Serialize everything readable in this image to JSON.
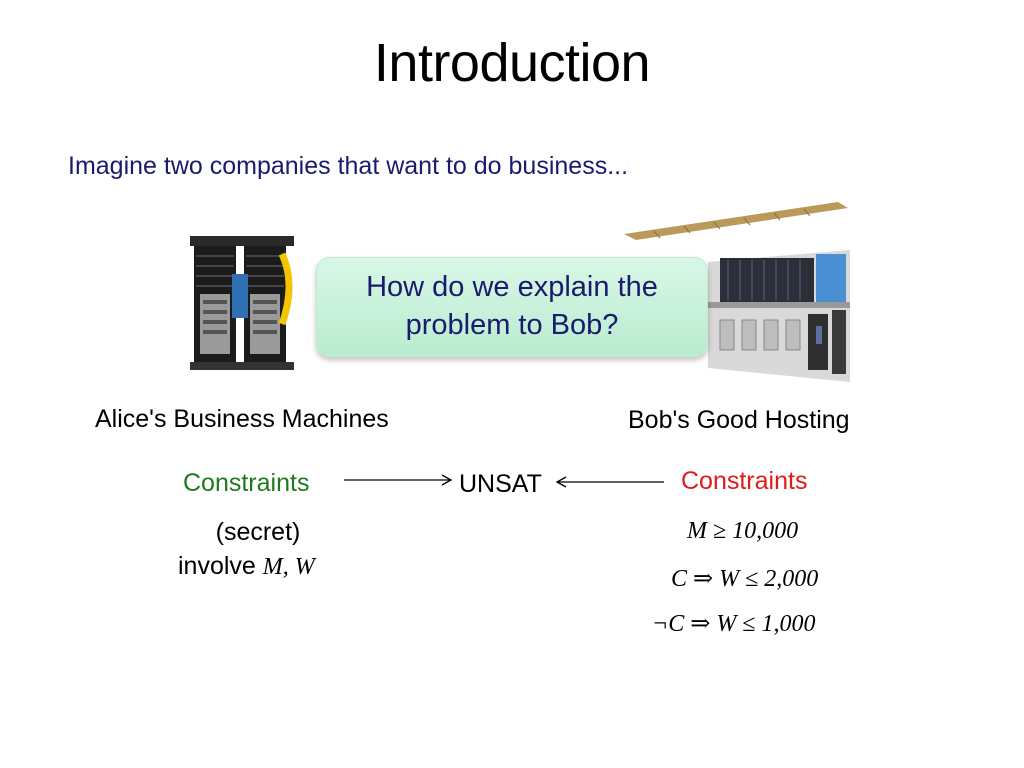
{
  "slide": {
    "title": "Introduction",
    "intro": "Imagine two companies that want to do business...",
    "callout": "How do we explain the problem to Bob?"
  },
  "alice": {
    "name": "Alice's Business Machines",
    "constraints_label": "Constraints",
    "secret": "(secret)",
    "involve": "involve",
    "involve_vars": "M, W"
  },
  "middle": {
    "result": "UNSAT"
  },
  "bob": {
    "name": "Bob's Good Hosting",
    "constraints_label": "Constraints",
    "c1": "M ≥ 10,000",
    "c2": "C ⇒ W ≤ 2,000",
    "c3": "¬C ⇒ W ≤ 1,000"
  },
  "colors": {
    "text_blue": "#1a1a6e",
    "alice_constraints": "#1d7a1d",
    "bob_constraints": "#e21a1a",
    "callout_fill": "#c5f0d9"
  }
}
